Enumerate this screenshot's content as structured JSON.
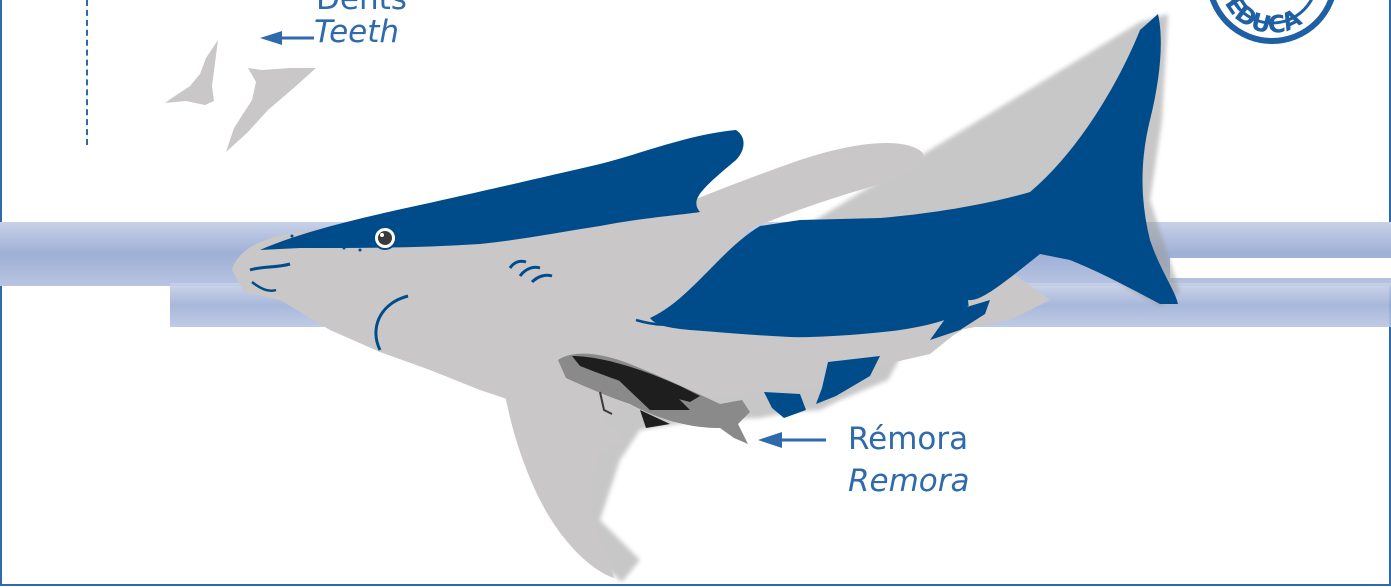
{
  "labels": {
    "teeth_es": "Dents",
    "teeth_en": "Teeth",
    "remora_es": "Rémora",
    "remora_en": "Remora"
  },
  "badge": {
    "text": "EDUCA"
  },
  "colors": {
    "shark_dark": "#004c8a",
    "shark_light": "#c9c7c8",
    "label_blue": "#2f6aad",
    "water_band": "#9fb0d6"
  },
  "icons": [
    "shark-illustration",
    "remora-fish-icon",
    "shark-tooth-icon",
    "arrow-left-icon",
    "educa-stamp-icon"
  ]
}
